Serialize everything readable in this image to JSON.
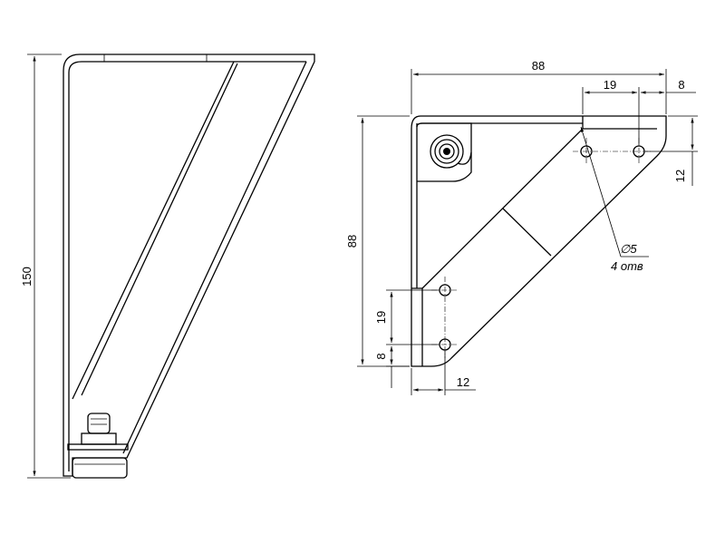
{
  "side_view": {
    "height_dim": "150"
  },
  "front_view": {
    "width_dim": "88",
    "height_dim": "88",
    "top_hole_spacing_dim": "19",
    "top_hole_edge_dim": "8",
    "top_hole_offset_dim": "12",
    "left_hole_spacing_dim": "19",
    "left_hole_edge_dim": "8",
    "left_hole_offset_dim": "12",
    "hole_diameter_label": "∅5",
    "hole_count_label": "4 отв"
  }
}
